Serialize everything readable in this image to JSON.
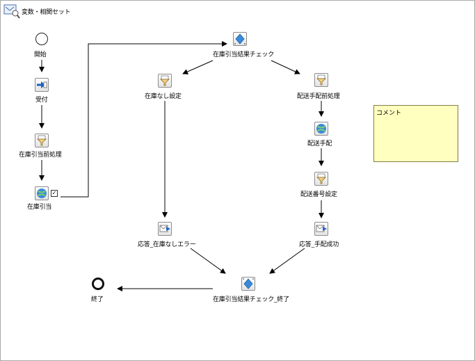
{
  "toolbar": {
    "variables_label": "変数・相関セット"
  },
  "nodes": {
    "start": "開始",
    "receive": "受付",
    "pre_alloc": "在庫引当前処理",
    "alloc": "在庫引当",
    "check": "在庫引当結果チェック",
    "no_stock_set": "在庫なし設定",
    "ship_pre": "配送手配前処理",
    "ship": "配送手配",
    "ship_no": "配送番号設定",
    "reply_error": "応答_在庫なしエラー",
    "reply_success": "応答_手配成功",
    "check_end": "在庫引当結果チェック_終了",
    "end": "終了"
  },
  "comment": {
    "text": "コメント"
  },
  "colors": {
    "comment_bg": "#ffffc0",
    "connector": "#000000",
    "icon_border": "#8c8c8c"
  }
}
